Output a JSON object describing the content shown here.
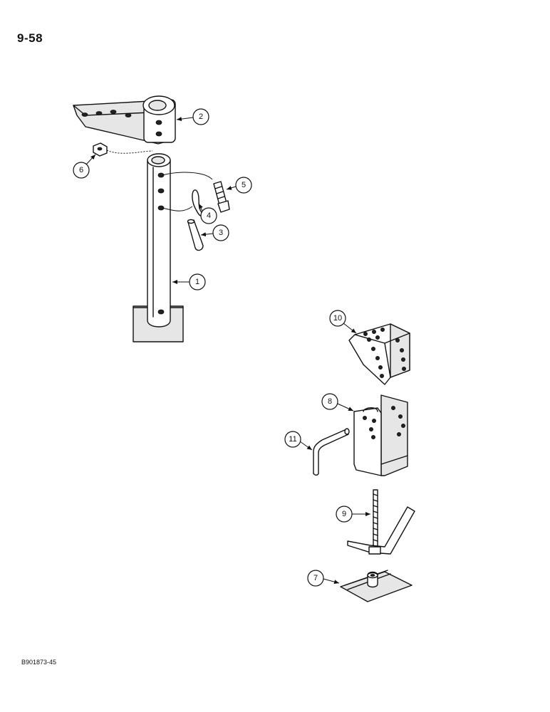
{
  "page": {
    "number": "9-58",
    "doc_code": "B901873-45"
  },
  "callouts": [
    "1",
    "2",
    "3",
    "4",
    "5",
    "6",
    "7",
    "8",
    "9",
    "10",
    "11"
  ]
}
